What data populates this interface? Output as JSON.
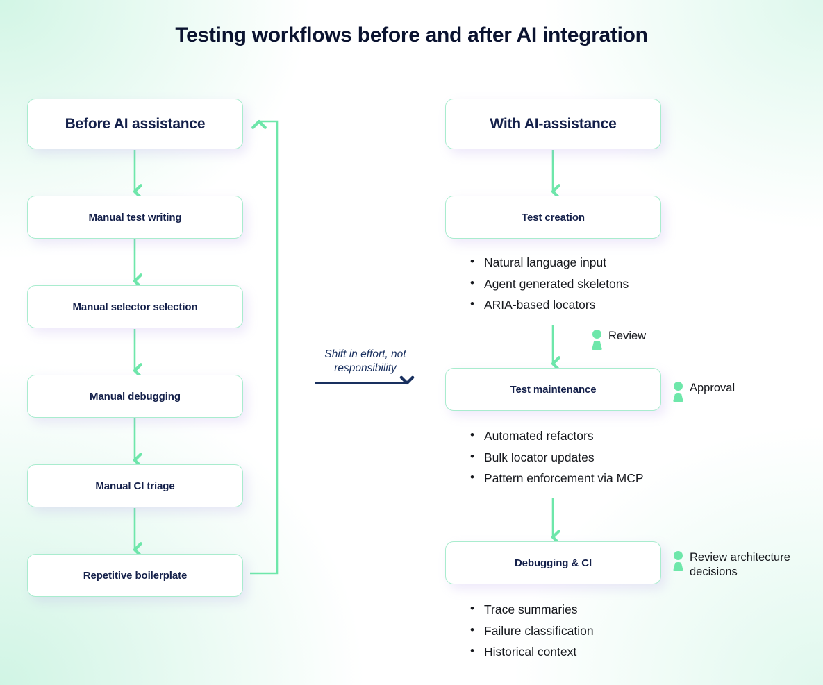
{
  "title": "Testing workflows before and after AI integration",
  "colors": {
    "accent_green": "#6ee7aa",
    "box_border": "#a9ecce",
    "navy_text": "#14204a",
    "title_text": "#0b1330",
    "arrow_navy": "#19305f",
    "shadow_purple": "#ab90e4",
    "background_mint": "#d0f5e4"
  },
  "left_column": {
    "header": "Before AI assistance",
    "steps": [
      "Manual test writing",
      "Manual selector selection",
      "Manual debugging",
      "Manual CI triage",
      "Repetitive boilerplate"
    ],
    "feedback_loop": "loop-back-to-header"
  },
  "middle": {
    "annotation_line1": "Shift in effort, not",
    "annotation_line2": "responsibility",
    "annotation": "Shift in effort, not responsibility"
  },
  "right_column": {
    "header": "With AI-assistance",
    "stages": [
      {
        "title": "Test creation",
        "bullets": [
          "Natural language input",
          "Agent generated skeletons",
          "ARIA-based locators"
        ]
      },
      {
        "title": "Test maintenance",
        "bullets": [
          "Automated refactors",
          "Bulk locator updates",
          "Pattern enforcement via MCP"
        ]
      },
      {
        "title": "Debugging & CI",
        "bullets": [
          "Trace summaries",
          "Failure classification",
          "Historical context"
        ]
      }
    ],
    "human_notes": [
      "Review",
      "Approval",
      "Review architecture\ndecisions"
    ]
  }
}
